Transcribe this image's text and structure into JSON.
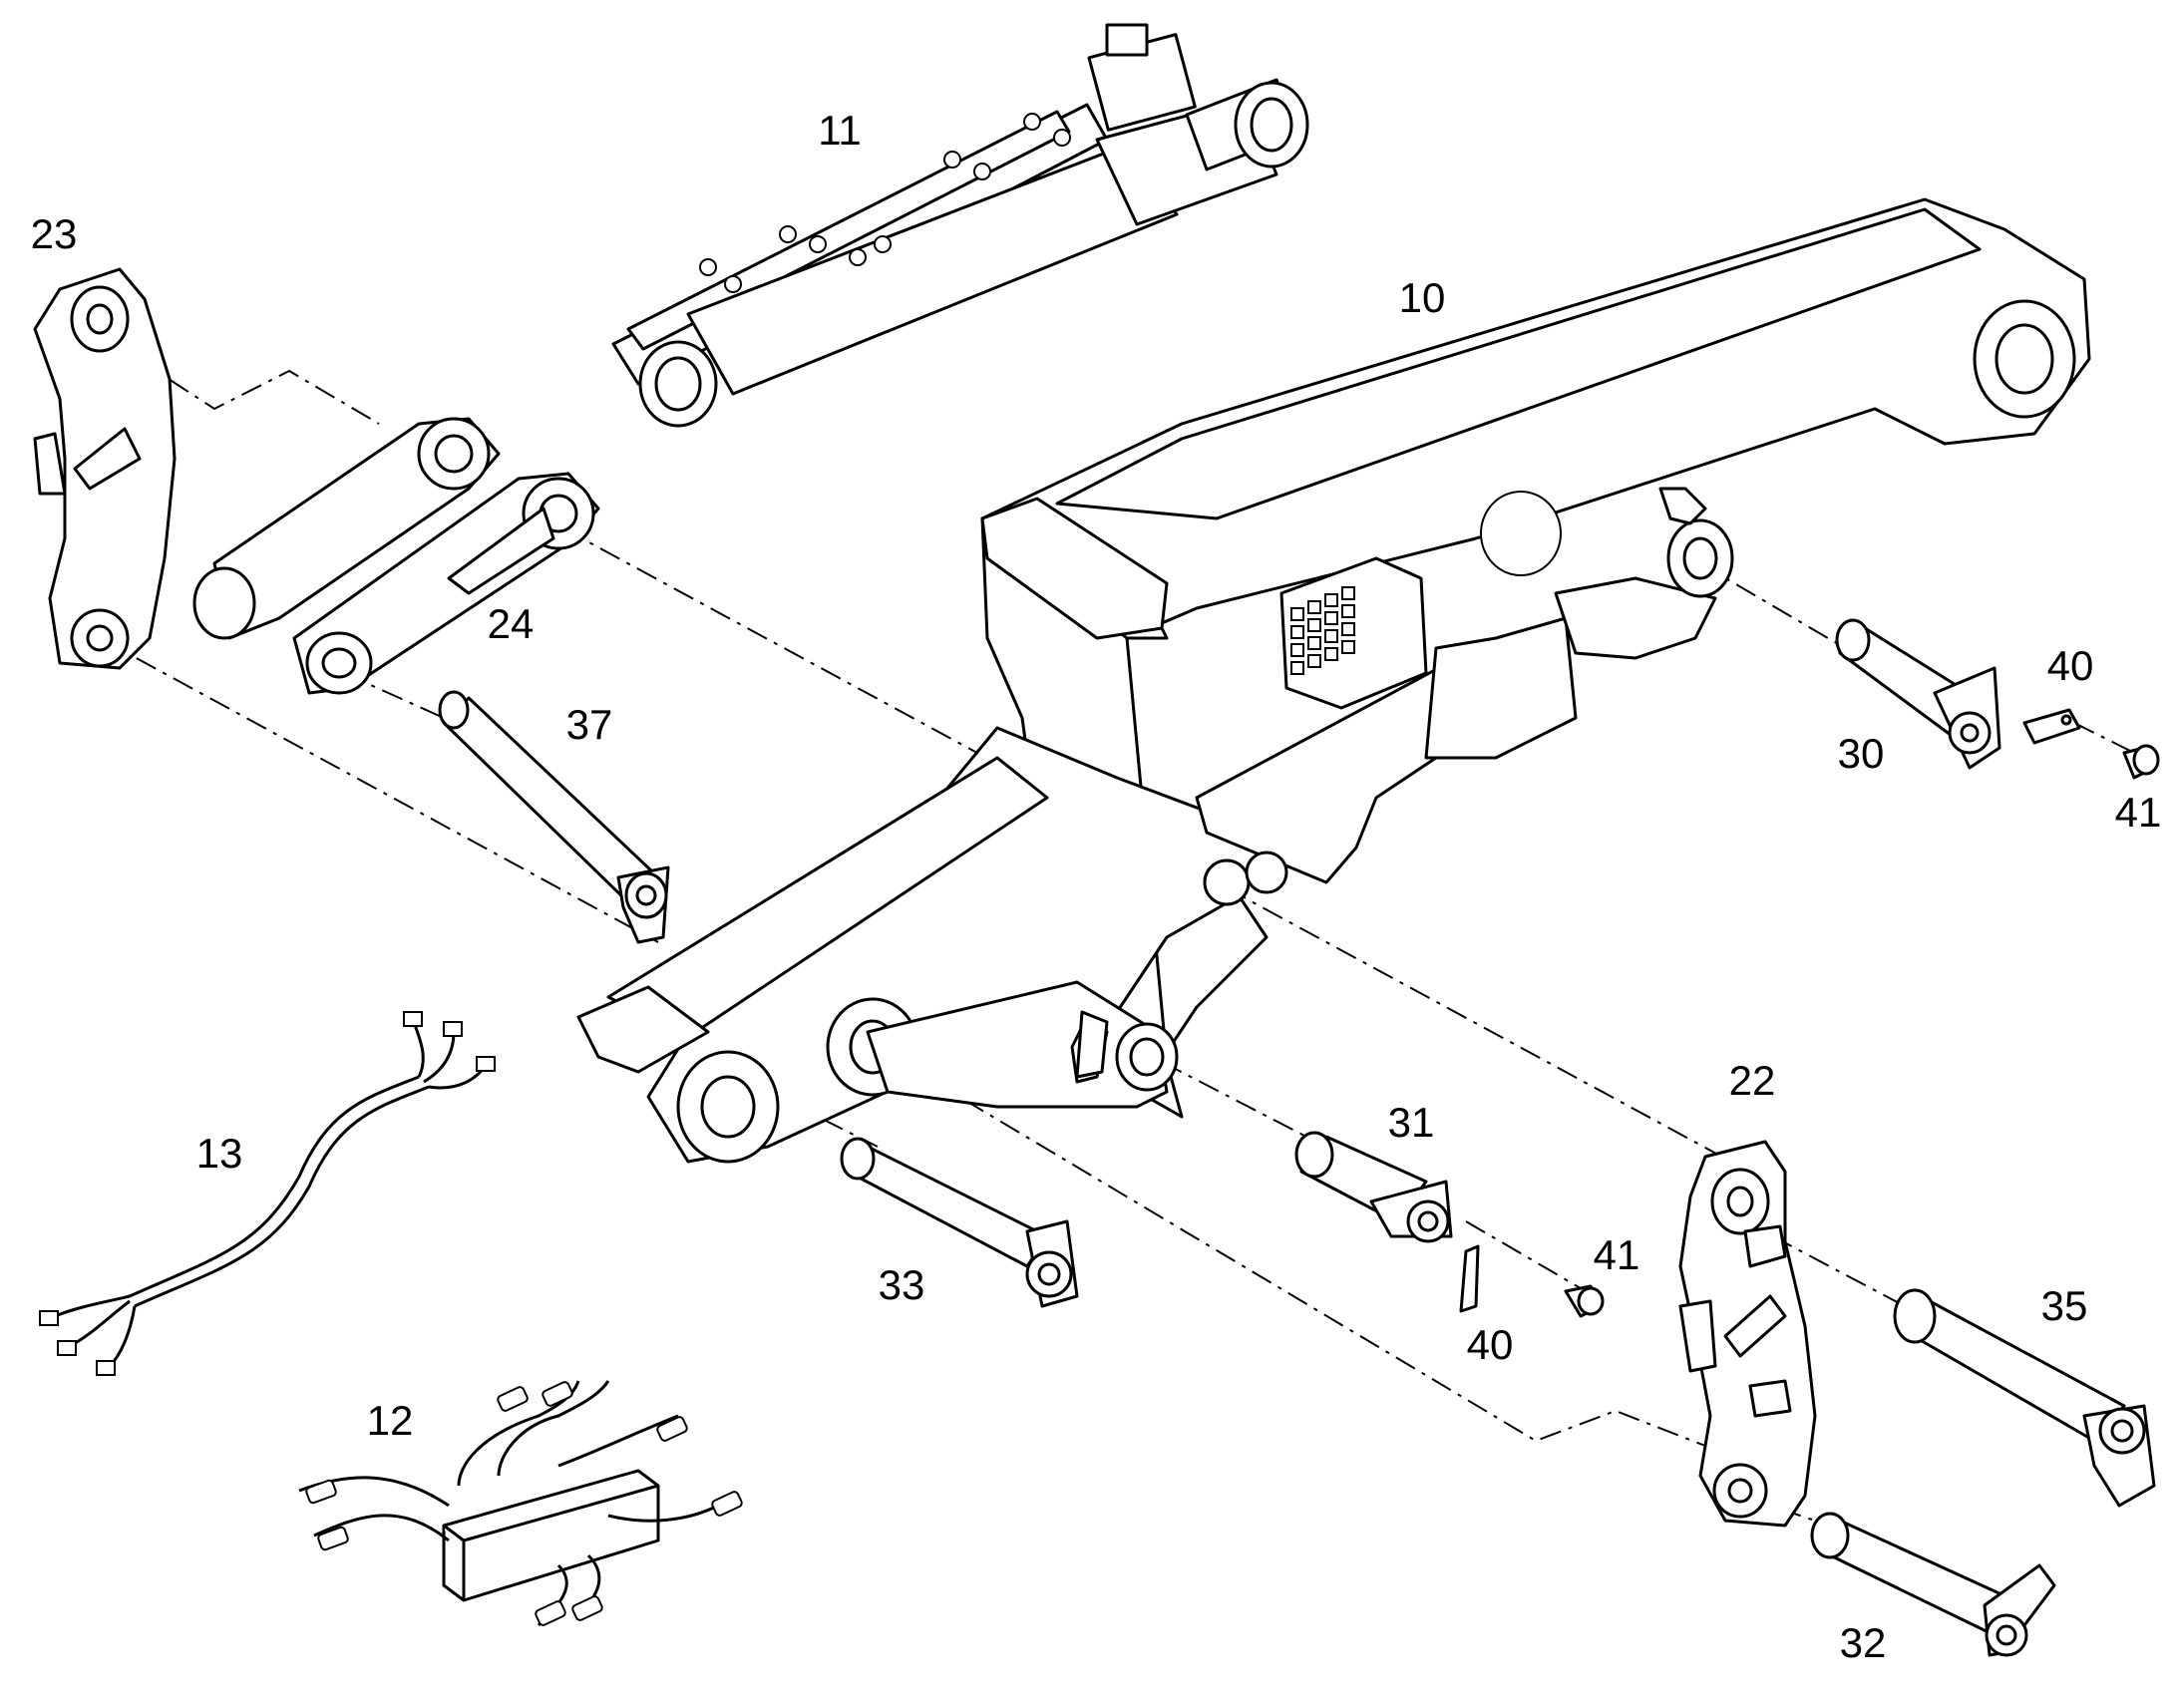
{
  "part_labels": {
    "p10": "10",
    "p11": "11",
    "p12": "12",
    "p13": "13",
    "p22": "22",
    "p23": "23",
    "p24": "24",
    "p30": "30",
    "p31": "31",
    "p32": "32",
    "p33": "33",
    "p35": "35",
    "p37": "37",
    "p40a": "40",
    "p40b": "40",
    "p41a": "41",
    "p41b": "41"
  }
}
